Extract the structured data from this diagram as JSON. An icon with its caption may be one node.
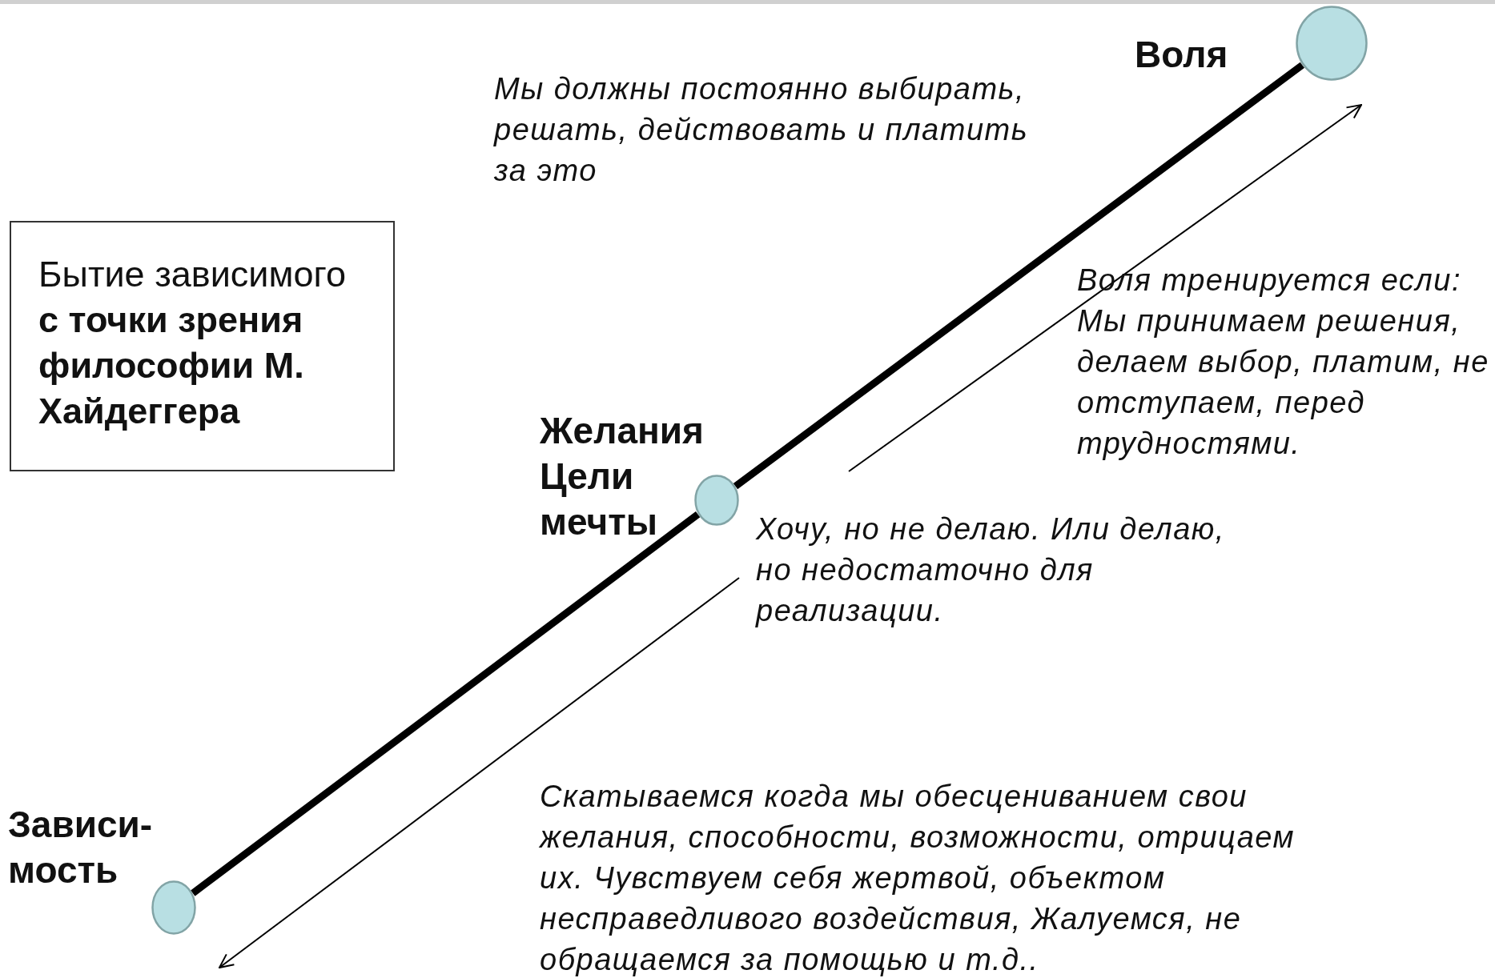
{
  "diagram": {
    "nodes": [
      {
        "text": [
          "Бытие зависимого **с точки зрения философии М. Хайдеггера**"
        ]
      },
      {
        "text": [],
        "shape": "circle",
        "beside": [
          "Воля"
        ]
      },
      {
        "text": [],
        "shape": "circle",
        "beside": [
          "Желания Цели мечты"
        ]
      },
      {
        "text": [],
        "shape": "circle",
        "beside": [
          "Зависи- мость"
        ]
      }
    ],
    "edges": [
      {
        "from": 3,
        "to": 2,
        "arrow": "none"
      },
      {
        "from": 2,
        "to": 1,
        "arrow": "none"
      }
    ],
    "labels": [
      "Мы должны постоянно выбирать, решать, действовать и платить за это",
      "Воля тренируется если: Мы принимаем решения, делаем выбор, платим, не отступаем, перед трудностями.",
      "Хочу, но не делаю. Или делаю, но недостаточно для реализации.",
      "Скатываемся когда мы обесцениванием свои желания, способности, возможности, отрицаем их. Чувствуем себя жертвой, объектом несправедливого воздействия, Жалуемся, не обращаемся за помощью и т.д.."
    ]
  }
}
